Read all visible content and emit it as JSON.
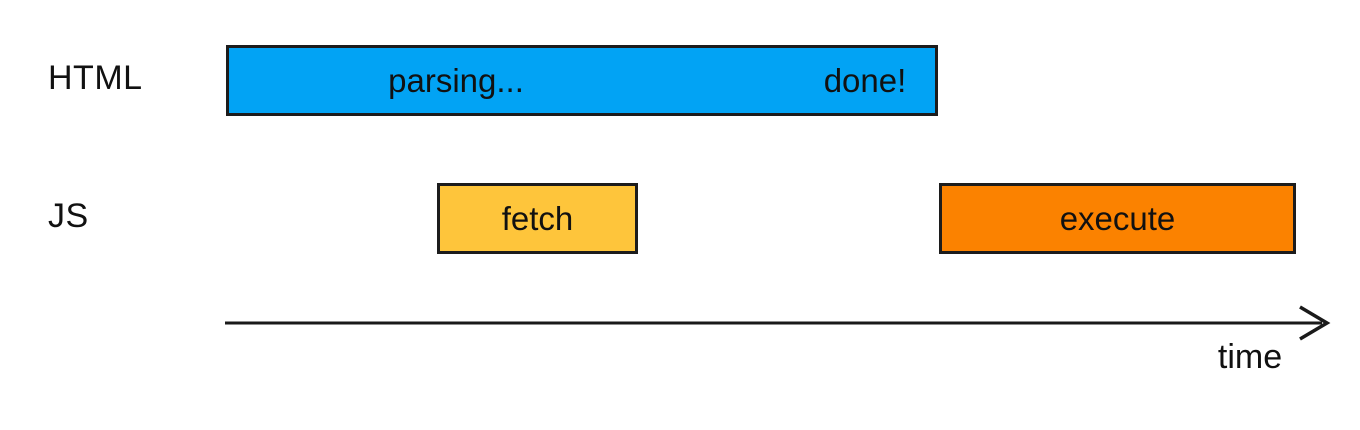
{
  "colors": {
    "background": "#ffffff",
    "text": "#111111",
    "bar_border": "#1c1c1c",
    "axis": "#1a1a1a",
    "parsing_bar": "#02a3f4",
    "fetch_bar": "#fec53b",
    "execute_bar": "#fb8200"
  },
  "rows": [
    {
      "label": "HTML"
    },
    {
      "label": "JS"
    }
  ],
  "bars": {
    "parsing": {
      "start_label": "parsing...",
      "end_label": "done!"
    },
    "fetch": {
      "label": "fetch"
    },
    "execute": {
      "label": "execute"
    }
  },
  "axis": {
    "label": "time"
  }
}
